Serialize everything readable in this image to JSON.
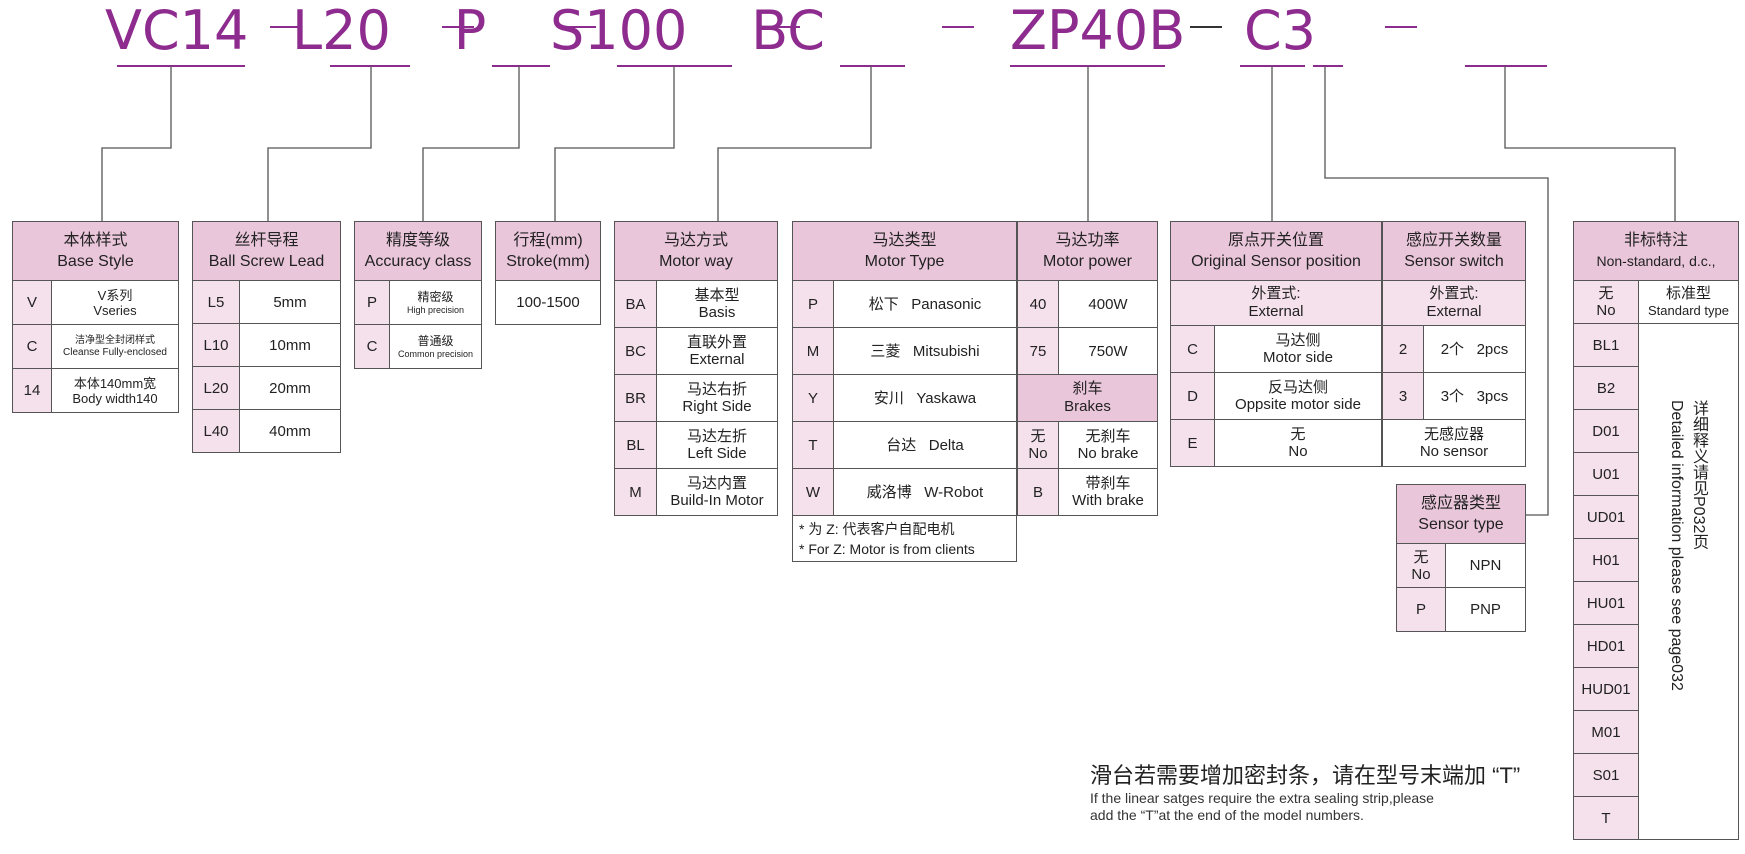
{
  "model": {
    "segments": [
      "VC14",
      "L20",
      "P",
      "S100",
      "BC",
      "ZP40B",
      "C3"
    ],
    "separator": "—"
  },
  "base_style": {
    "title_cn": "本体样式",
    "title_en": "Base Style",
    "rows": [
      {
        "code": "V",
        "cn": "V系列",
        "en": "Vseries"
      },
      {
        "code": "C",
        "cn": "洁净型全封闭样式",
        "en": "Cleanse Fully-enclosed"
      },
      {
        "code": "14",
        "cn": "本体140mm宽",
        "en": "Body width140"
      }
    ]
  },
  "screw_lead": {
    "title_cn": "丝杆导程",
    "title_en": "Ball Screw Lead",
    "rows": [
      {
        "code": "L5",
        "value": "5mm"
      },
      {
        "code": "L10",
        "value": "10mm"
      },
      {
        "code": "L20",
        "value": "20mm"
      },
      {
        "code": "L40",
        "value": "40mm"
      }
    ]
  },
  "accuracy": {
    "title_cn": "精度等级",
    "title_en": "Accuracy class",
    "rows": [
      {
        "code": "P",
        "cn": "精密级",
        "en": "High precision"
      },
      {
        "code": "C",
        "cn": "普通级",
        "en": "Common precision"
      }
    ]
  },
  "stroke": {
    "title_cn": "行程(mm)",
    "title_en": "Stroke(mm)",
    "value": "100-1500"
  },
  "motor_way": {
    "title_cn": "马达方式",
    "title_en": "Motor way",
    "rows": [
      {
        "code": "BA",
        "cn": "基本型",
        "en": "Basis"
      },
      {
        "code": "BC",
        "cn": "直联外置",
        "en": "External"
      },
      {
        "code": "BR",
        "cn": "马达右折",
        "en": "Right Side"
      },
      {
        "code": "BL",
        "cn": "马达左折",
        "en": "Left Side"
      },
      {
        "code": "M",
        "cn": "马达内置",
        "en": "Build-In Motor"
      }
    ]
  },
  "motor_type": {
    "title_cn": "马达类型",
    "title_en": "Motor Type",
    "rows": [
      {
        "code": "P",
        "cn": "松下",
        "en": "Panasonic"
      },
      {
        "code": "M",
        "cn": "三菱",
        "en": "Mitsubishi"
      },
      {
        "code": "Y",
        "cn": "安川",
        "en": "Yaskawa"
      },
      {
        "code": "T",
        "cn": "台达",
        "en": "Delta"
      },
      {
        "code": "W",
        "cn": "威洛博",
        "en": "W-Robot"
      }
    ],
    "note1": "* 为 Z: 代表客户自配电机",
    "note2": "* For Z: Motor is from clients"
  },
  "motor_power": {
    "title_cn": "马达功率",
    "title_en": "Motor power",
    "rows": [
      {
        "code": "40",
        "value": "400W"
      },
      {
        "code": "75",
        "value": "750W"
      }
    ]
  },
  "brakes": {
    "title_cn": "刹车",
    "title_en": "Brakes",
    "rows": [
      {
        "code_cn": "无",
        "code_en": "No",
        "cn": "无刹车",
        "en": "No brake"
      },
      {
        "code": "B",
        "cn": "带刹车",
        "en": "With brake"
      }
    ]
  },
  "sensor_position": {
    "title_cn": "原点开关位置",
    "title_en": "Original Sensor position",
    "sub_cn": "外置式:",
    "sub_en": "External",
    "rows": [
      {
        "code": "C",
        "cn": "马达侧",
        "en": "Motor side"
      },
      {
        "code": "D",
        "cn": "反马达侧",
        "en": "Oppsite motor side"
      },
      {
        "code": "E",
        "cn": "无",
        "en": "No"
      }
    ]
  },
  "sensor_switch": {
    "title_cn": "感应开关数量",
    "title_en": "Sensor switch",
    "sub_cn": "外置式:",
    "sub_en": "External",
    "rows": [
      {
        "code": "2",
        "cn": "2个",
        "en": "2pcs"
      },
      {
        "code": "3",
        "cn": "3个",
        "en": "3pcs"
      }
    ],
    "none_cn": "无感应器",
    "none_en": "No sensor"
  },
  "sensor_type": {
    "title_cn": "感应器类型",
    "title_en": "Sensor type",
    "rows": [
      {
        "code_cn": "无",
        "code_en": "No",
        "value": "NPN"
      },
      {
        "code": "P",
        "value": "PNP"
      }
    ]
  },
  "non_standard": {
    "title_cn": "非标特注",
    "title_en": "Non-standard, d.c.,",
    "first": {
      "code_cn": "无",
      "code_en": "No",
      "cn": "标准型",
      "en": "Standard type"
    },
    "codes": [
      "BL1",
      "B2",
      "D01",
      "U01",
      "UD01",
      "H01",
      "HU01",
      "HD01",
      "HUD01",
      "M01",
      "S01",
      "T"
    ],
    "detail_cn": "详细释义请见P032页",
    "detail_en": "Detailed information please see page032"
  },
  "footer": {
    "cn": "滑台若需要增加密封条，请在型号末端加 “T”",
    "en1": "If the linear satges require the extra sealing strip,please",
    "en2": "add the “T”at the end of the model numbers."
  },
  "colors": {
    "accent": "#8e2b8e",
    "header_bg": "#eac6db",
    "key_bg": "#f5e1ec"
  }
}
